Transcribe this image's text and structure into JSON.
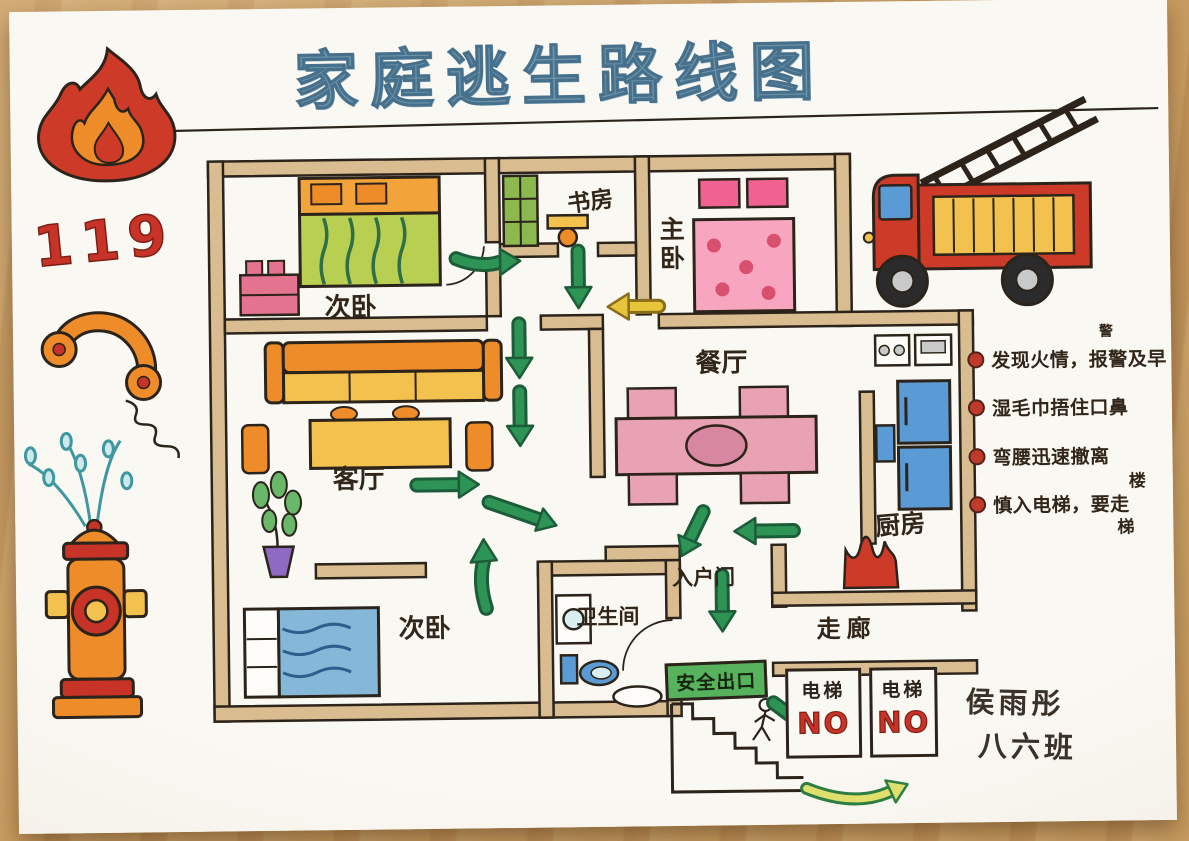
{
  "title": "家庭逃生路线图",
  "emergency_number": "119",
  "rooms": {
    "bedroom_top": "次卧",
    "study": "书房",
    "master_bedroom": "主卧",
    "dining_room": "餐厅",
    "living_room": "客厅",
    "kitchen": "厨房",
    "bedroom_bottom": "次卧",
    "bathroom": "卫生间",
    "entry_door": "入户门",
    "corridor": "走廊"
  },
  "exit_sign": "安全出口",
  "elevators": {
    "left_label": "电梯",
    "left_no": "NO",
    "right_label": "电梯",
    "right_no": "NO"
  },
  "tips": [
    {
      "text": "发现火情，报警及早",
      "inserted_char": "警"
    },
    {
      "text": "湿毛巾捂住口鼻"
    },
    {
      "text": "弯腰迅速撤离"
    },
    {
      "text": "慎入电梯，要走",
      "wrap_top": "楼",
      "wrap_bottom": "梯"
    }
  ],
  "signature": {
    "name": "侯雨彤",
    "class_name": "八六班"
  },
  "colors": {
    "arrow_green": "#2e9455",
    "arrow_yellow": "#e7c53a",
    "fire_red": "#cd3a28",
    "wall_tan": "#d9bc8f",
    "exit_green": "#57b25e",
    "title_blue": "#6b93aa",
    "no_red": "#c73326"
  }
}
